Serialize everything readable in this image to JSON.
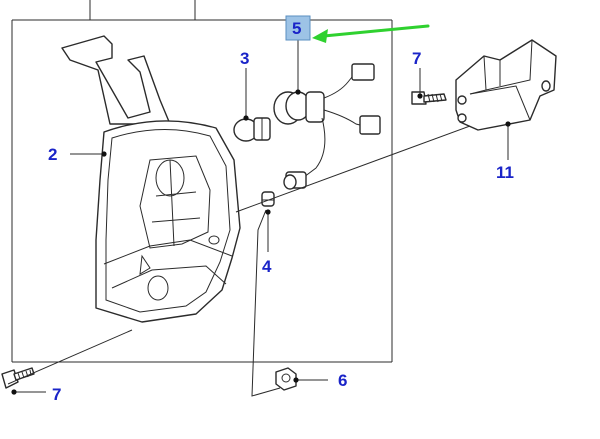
{
  "colors": {
    "callout_text": "#1a24c8",
    "highlight_box": "#9dc3e6",
    "arrow": "#2fd12f",
    "line": "#2b2b2b"
  },
  "callouts": {
    "c2": "2",
    "c3": "3",
    "c4": "4",
    "c5": "5",
    "c6": "6",
    "c7_top": "7",
    "c7_bottom": "7",
    "c11": "11"
  }
}
